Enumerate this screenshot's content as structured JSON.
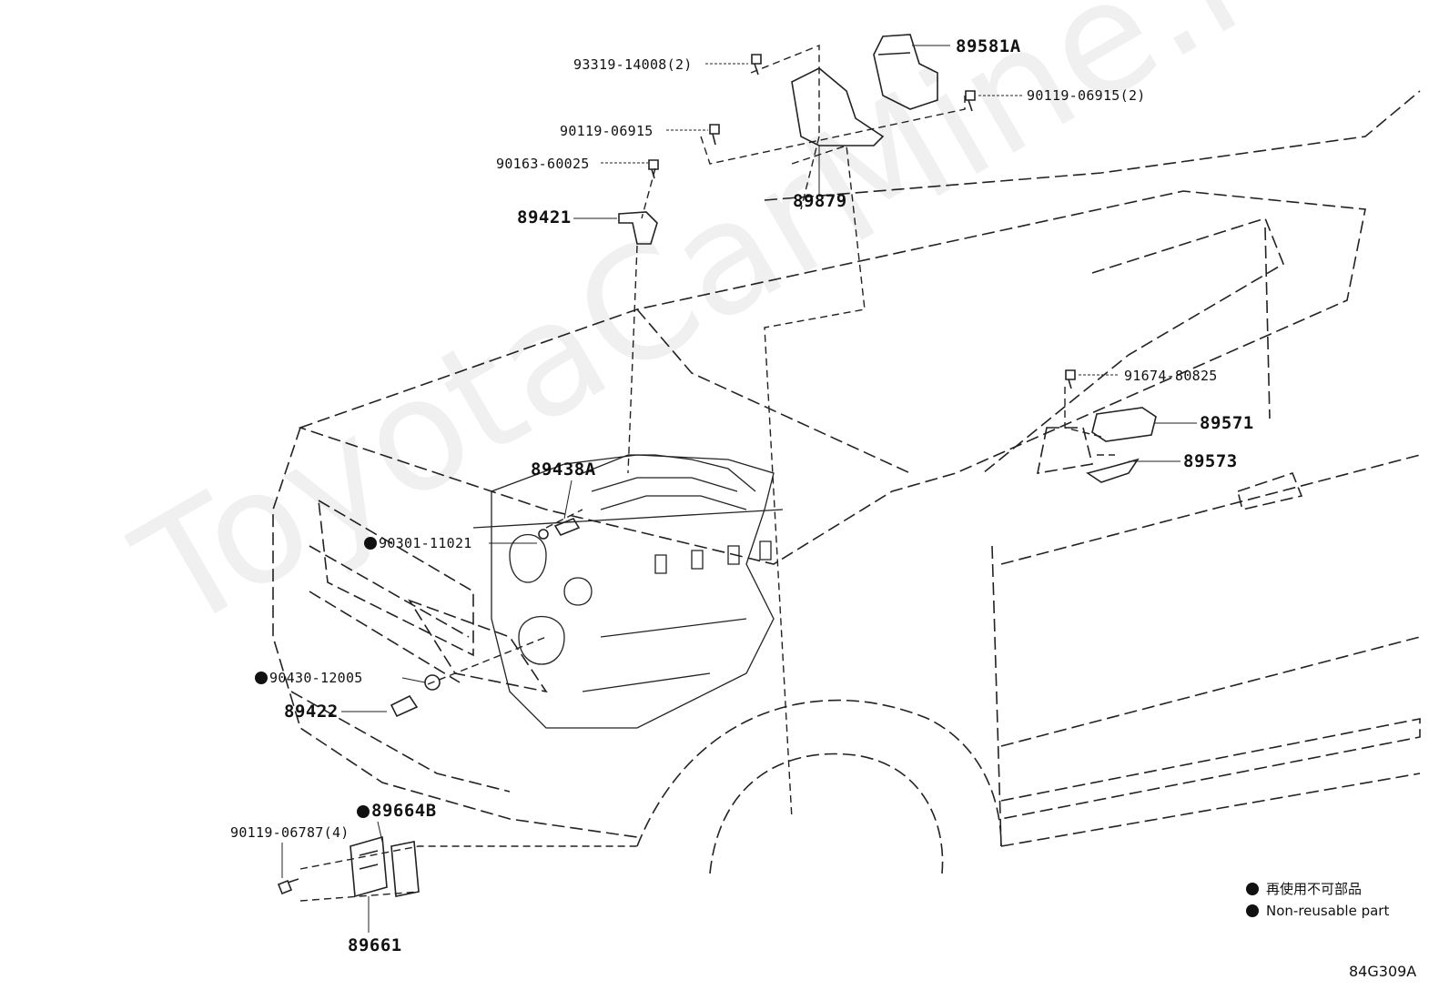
{
  "watermark": "ToyotaCarMine.ru",
  "labels": {
    "p93319": "93319-14008(2)",
    "p89581A": "89581A",
    "p90119_06915_2": "90119-06915(2)",
    "p90119_06915": "90119-06915",
    "p90163": "90163-60025",
    "p89879": "89879",
    "p89421": "89421",
    "p91674": "91674-80825",
    "p89571": "89571",
    "p89573": "89573",
    "p89438A": "89438A",
    "p90301": "90301-11021",
    "p90430": "90430-12005",
    "p89422": "89422",
    "p89664B": "89664B",
    "p90119_06787": "90119-06787(4)",
    "p89661": "89661"
  },
  "legend": {
    "line1": "再使用不可部品",
    "line2": "Non-reusable part"
  },
  "diagram_code": "84G309A"
}
